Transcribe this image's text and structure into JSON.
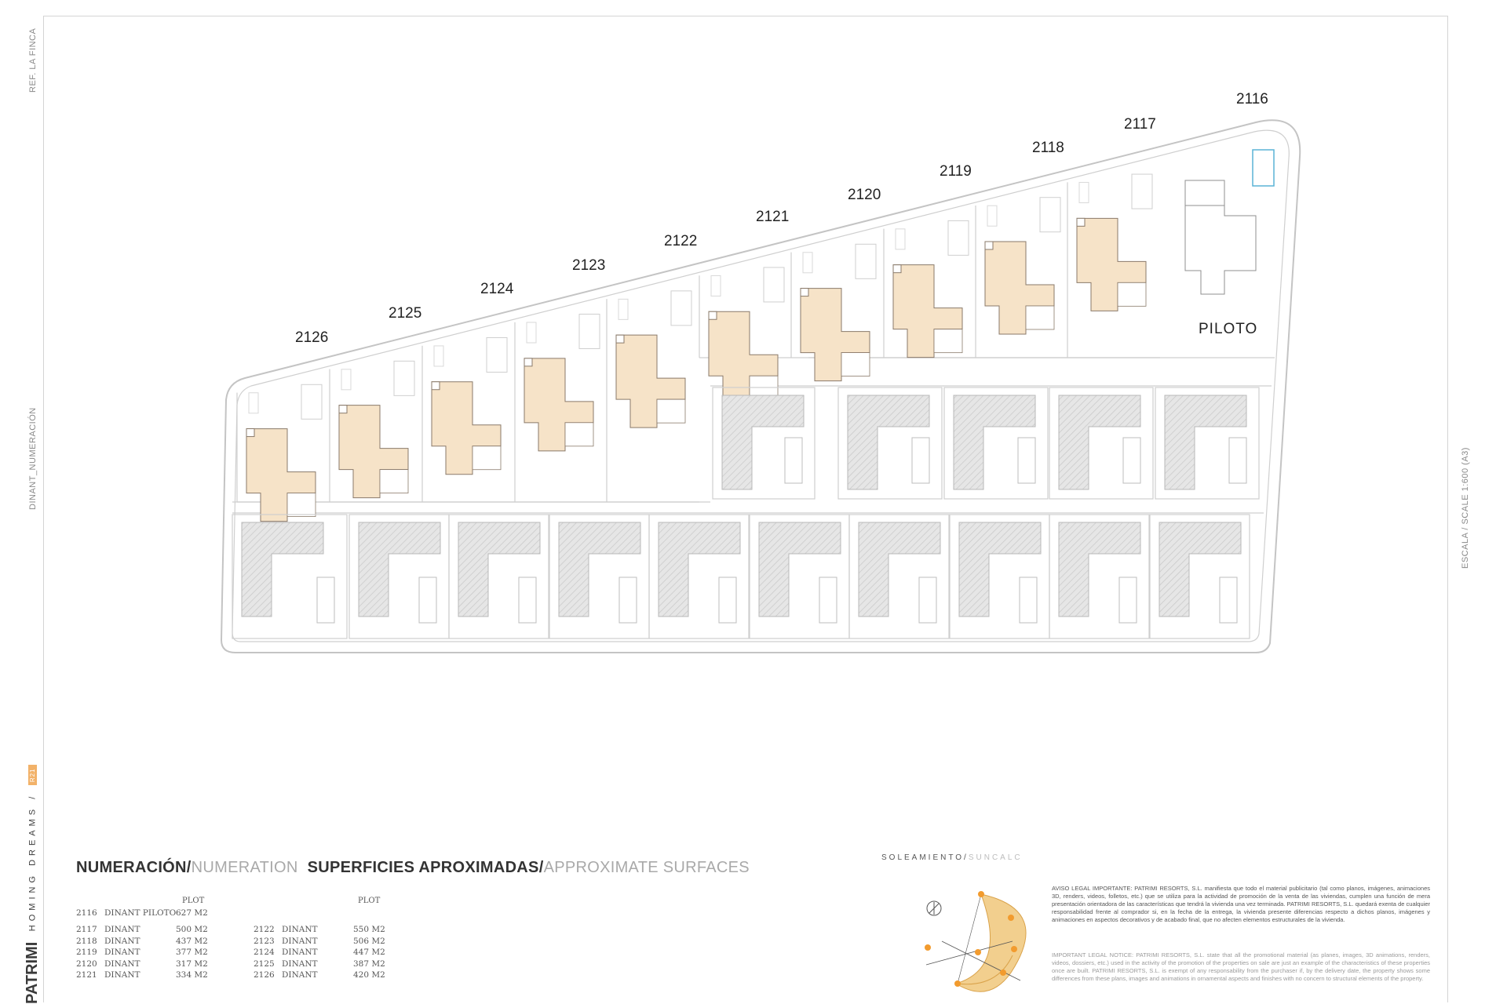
{
  "side": {
    "ref": "REF. LA FINCA",
    "dinant": "DINANT_NUMERACIÓN",
    "scale": "ESCALA / SCALE 1:600 (A3)",
    "brand_logo": "PATRIMI",
    "brand_tagline": "HOMING DREAMS /",
    "brand_tag": "R21"
  },
  "plan": {
    "plot_numbers": [
      "2116",
      "2117",
      "2118",
      "2119",
      "2120",
      "2121",
      "2122",
      "2123",
      "2124",
      "2125",
      "2126"
    ],
    "piloto": "PILOTO"
  },
  "legend": {
    "title_es": "NUMERACIÓN/",
    "title_en": "NUMERATION",
    "subtitle_es": "SUPERFICIES APROXIMADAS/",
    "subtitle_en": "APPROXIMATE SURFACES",
    "plot_header": "PLOT",
    "piloto_row": {
      "num": "2116",
      "name": "DINANT PILOTO",
      "area": "627 M2"
    },
    "left_rows": [
      {
        "num": "2117",
        "name": "DINANT",
        "area": "500 M2"
      },
      {
        "num": "2118",
        "name": "DINANT",
        "area": "437 M2"
      },
      {
        "num": "2119",
        "name": "DINANT",
        "area": "377 M2"
      },
      {
        "num": "2120",
        "name": "DINANT",
        "area": "317 M2"
      },
      {
        "num": "2121",
        "name": "DINANT",
        "area": "334 M2"
      }
    ],
    "right_rows": [
      {
        "num": "2122",
        "name": "DINANT",
        "area": "550 M2"
      },
      {
        "num": "2123",
        "name": "DINANT",
        "area": "506 M2"
      },
      {
        "num": "2124",
        "name": "DINANT",
        "area": "447 M2"
      },
      {
        "num": "2125",
        "name": "DINANT",
        "area": "387 M2"
      },
      {
        "num": "2126",
        "name": "DINANT",
        "area": "420 M2"
      }
    ]
  },
  "suncalc": {
    "title_es": "SOLEAMIENTO/",
    "title_en": "SUNCALC"
  },
  "notice": {
    "es": "AVISO LEGAL IMPORTANTE: PATRIMI RESORTS, S.L. manifiesta que todo el material publicitario (tal como planos, imágenes, animaciones 3D, renders, videos, folletos, etc.) que se utiliza para la actividad de promoción de la venta de las viviendas, cumplen una función de mera presentación orientadora de las características que tendrá la vivienda una vez terminada. PATRIMI RESORTS, S.L. quedará exenta de cualquier responsabilidad frente al comprador si, en la fecha de la entrega, la vivienda presente diferencias respecto a dichos planos, imágenes y animaciones en aspectos decorativos y de acabado final, que no afecten elementos estructurales de la vivienda.",
    "en": "IMPORTANT LEGAL NOTICE: PATRIMI RESORTS, S.L. state that all the promotional material (as planes, images, 3D animations, renders, videos, dossiers, etc.) used in the activity of the promotion of the properties on sale are just an example of the characteristics of these properties once are built. PATRIMI RESORTS, S.L. is exempt of any responsability from the purchaser if, by the delivery date, the property shows some differences from these plans, images and animations in ornamental aspects and finishes with no concern to structural elements of the property."
  },
  "colors": {
    "house": "#f6e3c8",
    "house_stroke": "#8a7a6a",
    "existing": "#e4e4e4",
    "line": "#9a9a9a",
    "sun": "#f0c36a",
    "sun_star": "#f29b2e"
  }
}
